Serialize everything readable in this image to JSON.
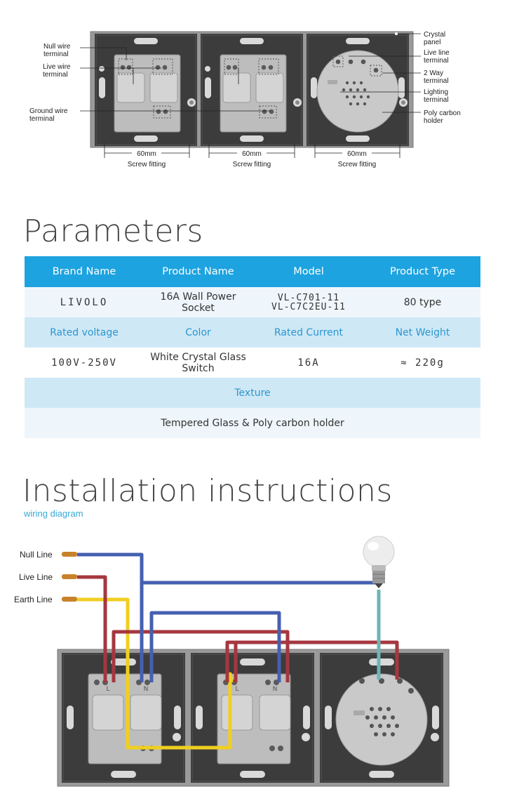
{
  "top_diagram": {
    "left_labels": [
      {
        "id": "null",
        "lines": [
          "Null wire",
          "terminal"
        ]
      },
      {
        "id": "live",
        "lines": [
          "Live wire",
          "terminal"
        ]
      },
      {
        "id": "ground",
        "lines": [
          "Ground wire",
          "terminal"
        ]
      }
    ],
    "right_labels": [
      {
        "id": "crystal",
        "lines": [
          "Crystal",
          "panel"
        ]
      },
      {
        "id": "liveline",
        "lines": [
          "Live line",
          "terminal"
        ]
      },
      {
        "id": "twoway",
        "lines": [
          "2 Way",
          "terminal"
        ]
      },
      {
        "id": "lighting",
        "lines": [
          "Lighting",
          "terminal"
        ]
      },
      {
        "id": "poly",
        "lines": [
          "Poly carbon",
          "holder"
        ]
      }
    ],
    "dimensions": [
      {
        "size": "60mm",
        "text": "Screw fitting"
      },
      {
        "size": "60mm",
        "text": "Screw fitting"
      },
      {
        "size": "60mm",
        "text": "Screw fitting"
      }
    ]
  },
  "parameters": {
    "title": "Parameters",
    "rows": [
      {
        "kind": "hdr",
        "cells": [
          "Brand Name",
          "Product Name",
          "Model",
          "Product Type"
        ]
      },
      {
        "kind": "val",
        "cells": [
          "LIVOLO",
          "16A Wall Power Socket",
          "VL-C701-11\nVL-C7C2EU-11",
          "80 type"
        ]
      },
      {
        "kind": "sub",
        "cells": [
          "Rated voltage",
          "Color",
          "Rated Current",
          "Net Weight"
        ]
      },
      {
        "kind": "val alt",
        "cells": [
          "100V-250V",
          "White Crystal Glass Switch",
          "16A",
          "≈ 220g"
        ]
      }
    ],
    "texture_label": "Texture",
    "texture_value": "Tempered Glass & Poly carbon holder"
  },
  "installation": {
    "title": "Installation instructions",
    "subtitle": "wiring diagram",
    "lines": [
      {
        "name": "Null Line",
        "color": "#4560b0"
      },
      {
        "name": "Live Line",
        "color": "#a5373f"
      },
      {
        "name": "Earth Line",
        "color": "#f0cf1f"
      }
    ],
    "earth_color": "#f0cf1f",
    "lamp_wire_color": "#6fb6b6"
  }
}
